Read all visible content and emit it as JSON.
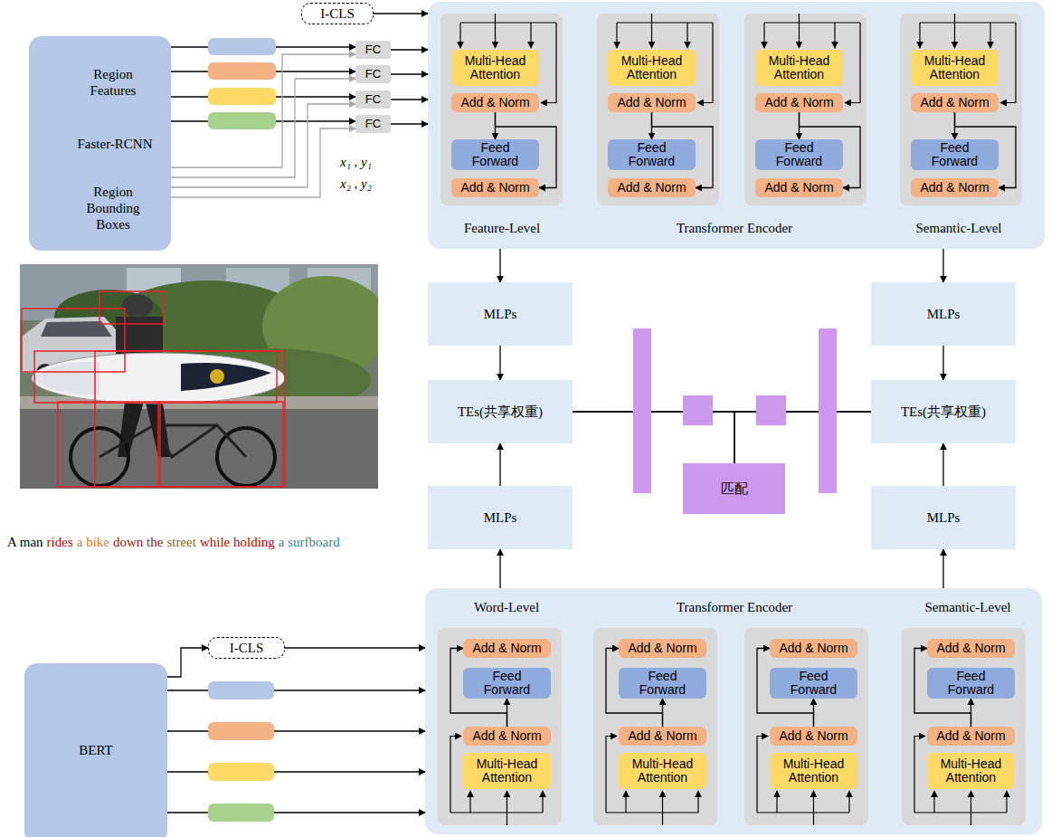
{
  "diagram": {
    "nodes": [
      {
        "text": [
          "Region Features",
          "Faster-RCNN",
          "Region Bounding Boxes"
        ]
      },
      {
        "text": [
          "I-CLS"
        ]
      },
      {
        "text": [
          "FC"
        ]
      },
      {
        "text": [
          "FC"
        ]
      },
      {
        "text": [
          "FC"
        ]
      },
      {
        "text": [
          "FC"
        ]
      },
      {
        "text": [
          "Feature-Level",
          "Transformer Encoder",
          "Semantic-Level"
        ]
      },
      {
        "text": [
          "Multi-Head Attention"
        ],
        "in": 6
      },
      {
        "text": [
          "Add & Norm"
        ],
        "in": 6
      },
      {
        "text": [
          "Feed Forward"
        ],
        "in": 6
      },
      {
        "text": [
          "Add & Norm"
        ],
        "in": 6
      },
      {
        "text": [
          "Multi-Head Attention"
        ],
        "in": 6
      },
      {
        "text": [
          "Add & Norm"
        ],
        "in": 6
      },
      {
        "text": [
          "Feed Forward"
        ],
        "in": 6
      },
      {
        "text": [
          "Add & Norm"
        ],
        "in": 6
      },
      {
        "text": [
          "Multi-Head Attention"
        ],
        "in": 6
      },
      {
        "text": [
          "Add & Norm"
        ],
        "in": 6
      },
      {
        "text": [
          "Feed Forward"
        ],
        "in": 6
      },
      {
        "text": [
          "Add & Norm"
        ],
        "in": 6
      },
      {
        "text": [
          "Multi-Head Attention"
        ],
        "in": 6
      },
      {
        "text": [
          "Add & Norm"
        ],
        "in": 6
      },
      {
        "text": [
          "Feed Forward"
        ],
        "in": 6
      },
      {
        "text": [
          "Add & Norm"
        ],
        "in": 6
      },
      {
        "text": [
          "MLPs"
        ]
      },
      {
        "text": [
          "MLPs"
        ]
      },
      {
        "text": [
          "TEs(共享权重)"
        ]
      },
      {
        "text": [
          "TEs(共享权重)"
        ]
      },
      {
        "text": [
          "匹配"
        ]
      },
      {
        "text": [
          "MLPs"
        ]
      },
      {
        "text": [
          "MLPs"
        ]
      },
      {
        "text": [
          "Word-Level",
          "Transformer Encoder",
          "Semantic-Level"
        ]
      },
      {
        "text": [
          "Add & Norm"
        ],
        "in": 30
      },
      {
        "text": [
          "Feed Forward"
        ],
        "in": 30
      },
      {
        "text": [
          "Add & Norm"
        ],
        "in": 30
      },
      {
        "text": [
          "Multi-Head Attention"
        ],
        "in": 30
      },
      {
        "text": [
          "Add & Norm"
        ],
        "in": 30
      },
      {
        "text": [
          "Feed Forward"
        ],
        "in": 30
      },
      {
        "text": [
          "Add & Norm"
        ],
        "in": 30
      },
      {
        "text": [
          "Multi-Head Attention"
        ],
        "in": 30
      },
      {
        "text": [
          "Add & Norm"
        ],
        "in": 30
      },
      {
        "text": [
          "Feed Forward"
        ],
        "in": 30
      },
      {
        "text": [
          "Add & Norm"
        ],
        "in": 30
      },
      {
        "text": [
          "Multi-Head Attention"
        ],
        "in": 30
      },
      {
        "text": [
          "Add & Norm"
        ],
        "in": 30
      },
      {
        "text": [
          "Feed Forward"
        ],
        "in": 30
      },
      {
        "text": [
          "Add & Norm"
        ],
        "in": 30
      },
      {
        "text": [
          "Multi-Head Attention"
        ],
        "in": 30
      },
      {
        "text": [
          "BERT"
        ]
      },
      {
        "text": [
          "I-CLS"
        ]
      }
    ],
    "edges": [
      {
        "from": 0,
        "to": 2,
        "arrow": "to"
      },
      {
        "from": 0,
        "to": 3,
        "arrow": "to"
      },
      {
        "from": 0,
        "to": 4,
        "arrow": "to"
      },
      {
        "from": 0,
        "to": 5,
        "arrow": "to"
      },
      {
        "from": 0,
        "to": 2,
        "arrow": "to"
      },
      {
        "from": 0,
        "to": 3,
        "arrow": "to"
      },
      {
        "from": 0,
        "to": 4,
        "arrow": "to"
      },
      {
        "from": 0,
        "to": 5,
        "arrow": "to"
      },
      {
        "from": 1,
        "to": 6,
        "arrow": "to"
      },
      {
        "from": 2,
        "to": 6,
        "arrow": "to"
      },
      {
        "from": 3,
        "to": 6,
        "arrow": "to"
      },
      {
        "from": 4,
        "to": 6,
        "arrow": "to"
      },
      {
        "from": 5,
        "to": 6,
        "arrow": "to"
      },
      {
        "from": 8,
        "to": 9,
        "arrow": "to"
      },
      {
        "from": 8,
        "to": 10,
        "arrow": "to"
      },
      {
        "from": 12,
        "to": 13,
        "arrow": "to"
      },
      {
        "from": 12,
        "to": 14,
        "arrow": "to"
      },
      {
        "from": 16,
        "to": 17,
        "arrow": "to"
      },
      {
        "from": 16,
        "to": 18,
        "arrow": "to"
      },
      {
        "from": 20,
        "to": 21,
        "arrow": "to"
      },
      {
        "from": 20,
        "to": 22,
        "arrow": "to"
      },
      {
        "from": 6,
        "to": 23,
        "arrow": "to"
      },
      {
        "from": 6,
        "to": 24,
        "arrow": "to"
      },
      {
        "from": 23,
        "to": 25,
        "arrow": "to"
      },
      {
        "from": 24,
        "to": 26,
        "arrow": "to"
      },
      {
        "from": 25,
        "to": 26,
        "arrow": "none"
      },
      {
        "from": 25,
        "to": 27,
        "arrow": "none"
      },
      {
        "from": 26,
        "to": 27,
        "arrow": "none"
      },
      {
        "from": 28,
        "to": 25,
        "arrow": "to"
      },
      {
        "from": 29,
        "to": 26,
        "arrow": "to"
      },
      {
        "from": 30,
        "to": 28,
        "arrow": "to"
      },
      {
        "from": 30,
        "to": 29,
        "arrow": "to"
      },
      {
        "from": 33,
        "to": 32,
        "arrow": "to"
      },
      {
        "from": 33,
        "to": 31,
        "arrow": "to"
      },
      {
        "from": 37,
        "to": 36,
        "arrow": "to"
      },
      {
        "from": 37,
        "to": 35,
        "arrow": "to"
      },
      {
        "from": 41,
        "to": 40,
        "arrow": "to"
      },
      {
        "from": 41,
        "to": 39,
        "arrow": "to"
      },
      {
        "from": 45,
        "to": 44,
        "arrow": "to"
      },
      {
        "from": 45,
        "to": 43,
        "arrow": "to"
      },
      {
        "from": 47,
        "to": 48,
        "arrow": "to"
      },
      {
        "from": 48,
        "to": 30,
        "arrow": "to"
      },
      {
        "from": 47,
        "to": 30,
        "arrow": "to"
      },
      {
        "from": 47,
        "to": 30,
        "arrow": "to"
      },
      {
        "from": 47,
        "to": 30,
        "arrow": "to"
      },
      {
        "from": 47,
        "to": 30,
        "arrow": "to"
      }
    ],
    "labels": [
      "x₁ , y₁",
      "x₂ , y₂",
      "A man",
      "rides",
      "a bike",
      "down the",
      "street",
      "while holding",
      "a surfboard"
    ]
  }
}
